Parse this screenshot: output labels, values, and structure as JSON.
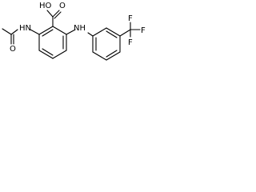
{
  "molecule": {
    "labels": {
      "carboxyl_oh": "HO",
      "carbonyl_o_acid": "O",
      "amide_nh": "HN",
      "amide_o": "O",
      "amine_nh": "NH",
      "f_top": "F",
      "f_right": "F",
      "f_bottom": "F"
    }
  }
}
